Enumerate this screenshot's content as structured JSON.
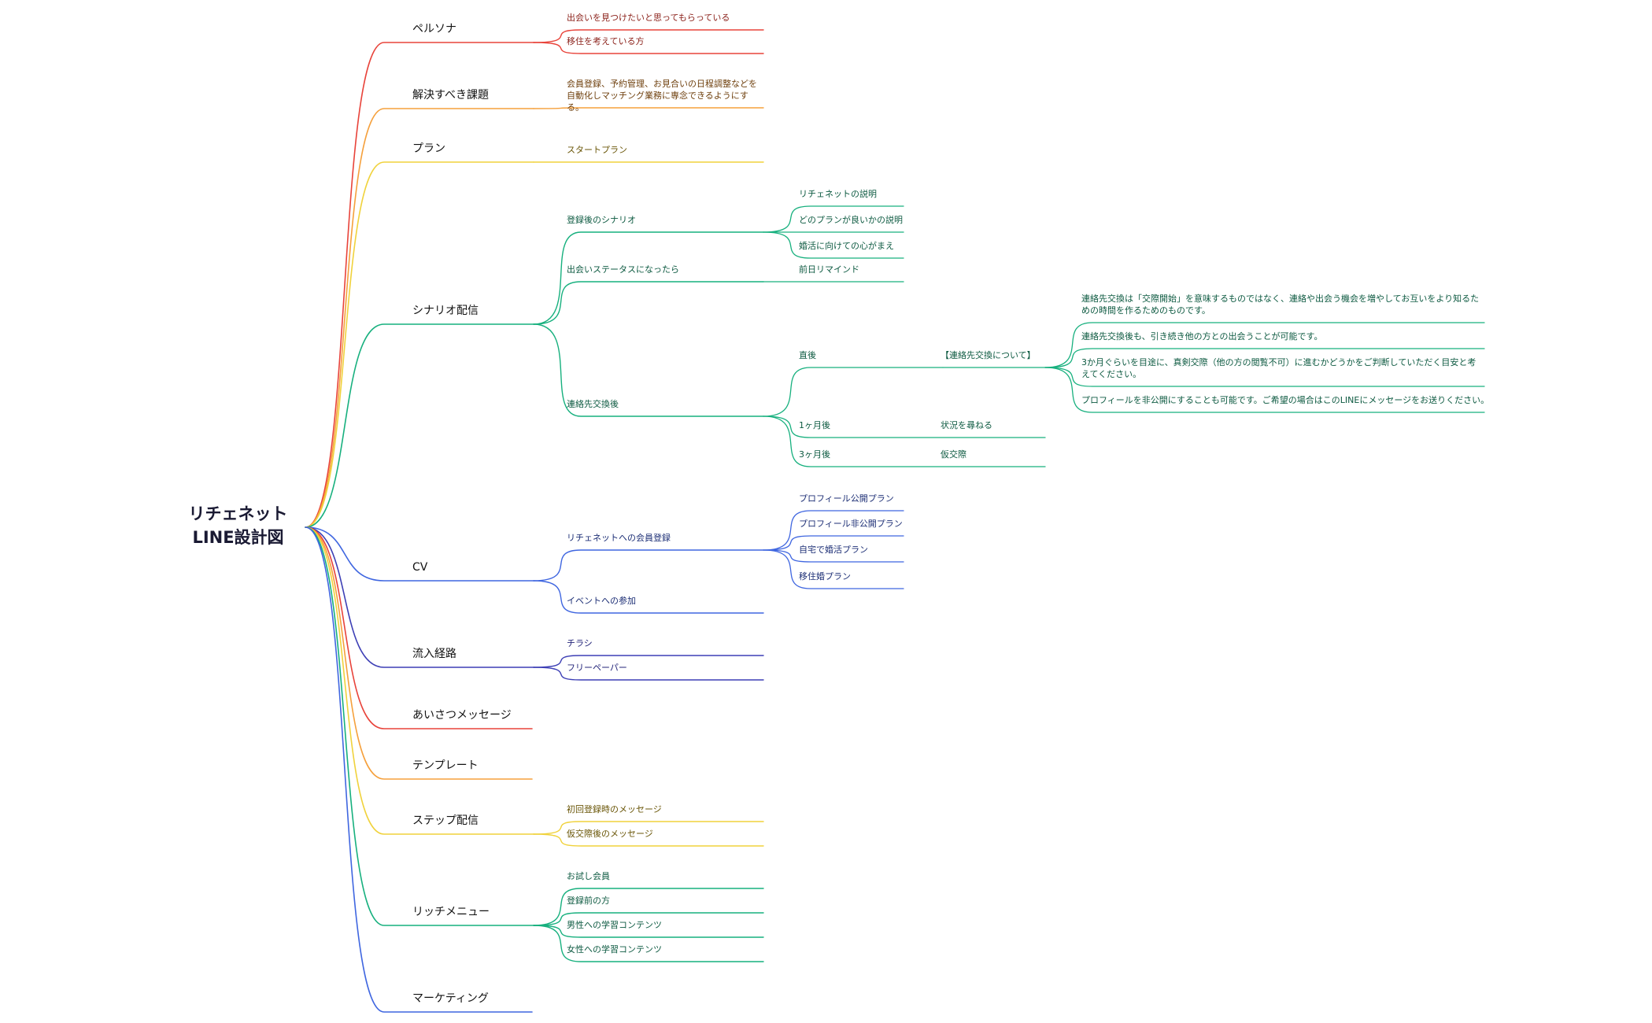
{
  "root": {
    "line1": "リチェネット",
    "line2": "LINE設計図"
  },
  "colors": {
    "red": "#e8433a",
    "orange": "#f5a03c",
    "yellow": "#f0d23c",
    "green": "#17b07e",
    "blue": "#3f66e0",
    "indigo": "#3d3fb5",
    "text_red": "#8a1f18",
    "text_orange": "#6e3f0c",
    "text_yellow": "#6a5608",
    "text_green": "#0d5a41",
    "text_blue": "#1c2e75",
    "text_indigo": "#25267a"
  },
  "branches": [
    {
      "label": "ペルソナ",
      "color": "red",
      "children": [
        {
          "label": "出会いを見つけたいと思ってもらっている"
        },
        {
          "label": "移住を考えている方"
        }
      ]
    },
    {
      "label": "解決すべき課題",
      "color": "orange",
      "children": [
        {
          "label": "会員登録、予約管理、お見合いの日程調整などを自動化しマッチング業務に専念できるようにする。"
        }
      ]
    },
    {
      "label": "プラン",
      "color": "yellow",
      "children": [
        {
          "label": "スタートプラン"
        }
      ]
    },
    {
      "label": "シナリオ配信",
      "color": "green",
      "children": [
        {
          "label": "登録後のシナリオ",
          "children": [
            {
              "label": "リチェネットの説明"
            },
            {
              "label": "どのプランが良いかの説明"
            },
            {
              "label": "婚活に向けての心がまえ"
            }
          ]
        },
        {
          "label": "出会いステータスになったら",
          "children": [
            {
              "label": "前日リマインド"
            }
          ]
        },
        {
          "label": "連絡先交換後",
          "children": [
            {
              "label": "直後",
              "children": [
                {
                  "label": "【連絡先交換について】",
                  "children": [
                    {
                      "label": "連絡先交換は「交際開始」を意味するものではなく、連絡や出会う機会を増やしてお互いをより知るための時間を作るためのものです。"
                    },
                    {
                      "label": "連絡先交換後も、引き続き他の方との出会うことが可能です。"
                    },
                    {
                      "label": "3か月ぐらいを目途に、真剣交際（他の方の閲覧不可）に進むかどうかをご判断していただく目安と考えてください。"
                    },
                    {
                      "label": "プロフィールを非公開にすることも可能です。ご希望の場合はこのLINEにメッセージをお送りください。"
                    }
                  ]
                }
              ]
            },
            {
              "label": "1ヶ月後",
              "children": [
                {
                  "label": "状況を尋ねる"
                }
              ]
            },
            {
              "label": "3ヶ月後",
              "children": [
                {
                  "label": "仮交際"
                }
              ]
            }
          ]
        }
      ]
    },
    {
      "label": "CV",
      "color": "blue",
      "children": [
        {
          "label": "リチェネットへの会員登録",
          "children": [
            {
              "label": "プロフィール公開プラン"
            },
            {
              "label": "プロフィール非公開プラン"
            },
            {
              "label": "自宅で婚活プラン"
            },
            {
              "label": "移住婚プラン"
            }
          ]
        },
        {
          "label": "イベントへの参加"
        }
      ]
    },
    {
      "label": "流入経路",
      "color": "indigo",
      "children": [
        {
          "label": "チラシ"
        },
        {
          "label": "フリーペーパー"
        }
      ]
    },
    {
      "label": "あいさつメッセージ",
      "color": "red",
      "children": []
    },
    {
      "label": "テンプレート",
      "color": "orange",
      "children": []
    },
    {
      "label": "ステップ配信",
      "color": "yellow",
      "children": [
        {
          "label": "初回登録時のメッセージ"
        },
        {
          "label": "仮交際後のメッセージ"
        }
      ]
    },
    {
      "label": "リッチメニュー",
      "color": "green",
      "children": [
        {
          "label": "お試し会員"
        },
        {
          "label": "登録前の方"
        },
        {
          "label": "男性への学習コンテンツ"
        },
        {
          "label": "女性への学習コンテンツ"
        }
      ]
    },
    {
      "label": "マーケティング",
      "color": "blue",
      "children": []
    }
  ]
}
